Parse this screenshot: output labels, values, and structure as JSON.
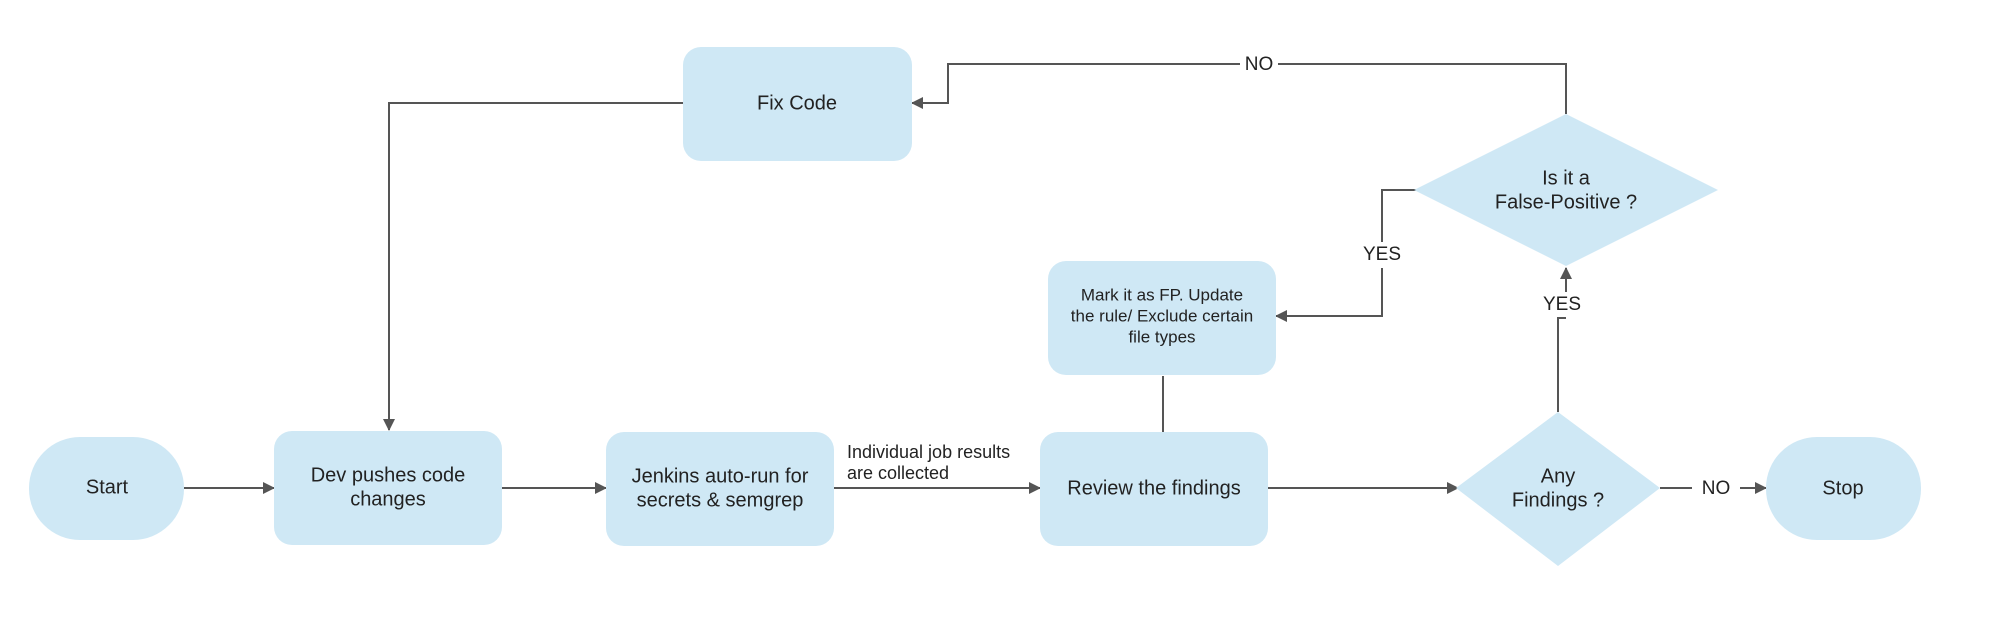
{
  "nodes": {
    "start": {
      "label": "Start"
    },
    "dev_push": {
      "line1": "Dev pushes code",
      "line2": "changes"
    },
    "jenkins": {
      "line1": "Jenkins auto-run for",
      "line2": "secrets & semgrep"
    },
    "review": {
      "label": "Review the findings"
    },
    "any_findings": {
      "line1": "Any",
      "line2": "Findings ?"
    },
    "stop": {
      "label": "Stop"
    },
    "false_positive": {
      "line1": "Is it a",
      "line2": "False-Positive ?"
    },
    "mark_fp": {
      "line1": "Mark it as FP. Update",
      "line2": "the rule/ Exclude certain",
      "line3": "file types"
    },
    "fix_code": {
      "label": "Fix Code"
    }
  },
  "edges": {
    "jenkins_to_review": {
      "line1": "Individual job results",
      "line2": "are collected"
    },
    "findings_no": "NO",
    "findings_yes": "YES",
    "fp_yes": "YES",
    "fp_no": "NO"
  },
  "colors": {
    "node_fill": "#cfe8f5",
    "line": "#555555"
  }
}
